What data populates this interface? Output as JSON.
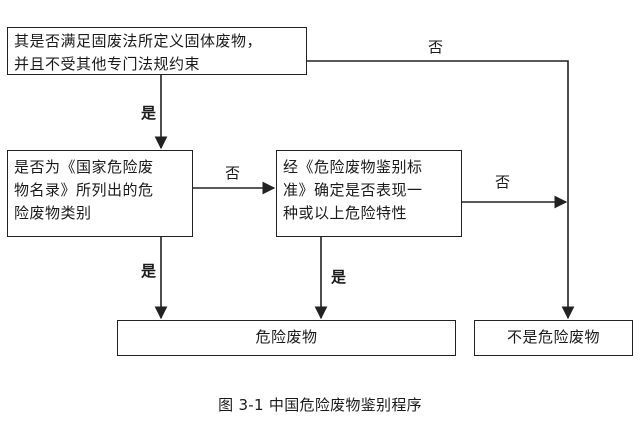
{
  "boxes": {
    "q1": "其是否满足固废法所定义固体废物，\n并且不受其他专门法规约束",
    "q2": "是否为《国家危险废\n物名录》所列出的危\n险废物类别",
    "q3": "经《危险废物鉴别标\n准》确定是否表现一\n种或以上危险特性",
    "hazardous": "危险废物",
    "non_hazardous": "不是危险废物"
  },
  "labels": {
    "q1_no": "否",
    "q1_yes": "是",
    "q2_no": "否",
    "q2_yes": "是",
    "q3_no": "否",
    "q3_yes": "是"
  },
  "caption": "图 3-1  中国危险废物鉴别程序",
  "colors": {
    "line": "#222222",
    "text": "#1a1a1a"
  }
}
